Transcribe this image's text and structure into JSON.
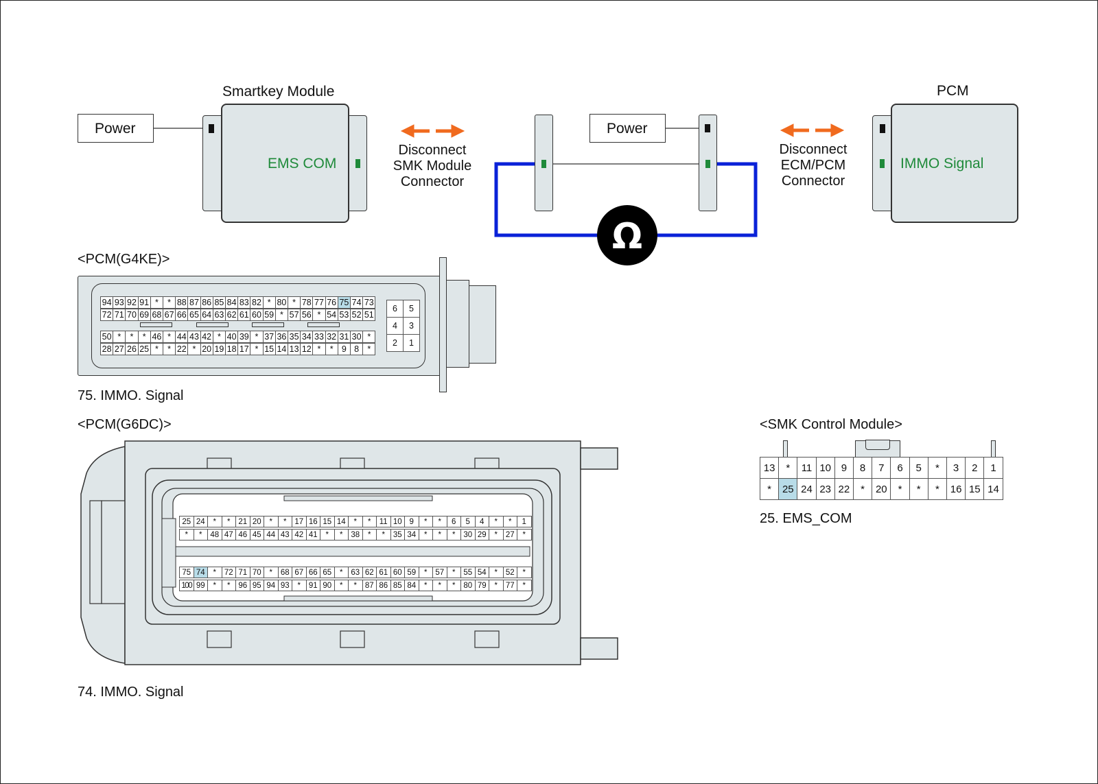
{
  "test_diagram": {
    "smartkey_module_title": "Smartkey Module",
    "pcm_title": "PCM",
    "power_label_left": "Power",
    "power_label_right": "Power",
    "ems_com_label": "EMS COM",
    "immo_signal_label": "IMMO Signal",
    "disconnect_smk": [
      "Disconnect",
      "SMK Module",
      "Connector"
    ],
    "disconnect_ecm": [
      "Disconnect",
      "ECM/PCM",
      "Connector"
    ],
    "ohm_symbol": "Ω"
  },
  "colors": {
    "wire_blue": "#0a22d8",
    "arrow_orange": "#f06a1e",
    "pin_green": "#1f8a3a",
    "highlight": "#b8dce8",
    "module_fill": "#dfe6e8"
  },
  "pcm_g4ke": {
    "title": "<PCM(G4KE)>",
    "caption": "75. IMMO. Signal",
    "highlight_pin": "75",
    "row1": [
      "94",
      "93",
      "92",
      "91",
      "*",
      "*",
      "88",
      "87",
      "86",
      "85",
      "84",
      "83",
      "82",
      "*",
      "80",
      "*",
      "78",
      "77",
      "76",
      "75",
      "74",
      "73"
    ],
    "row2": [
      "72",
      "71",
      "70",
      "69",
      "68",
      "67",
      "66",
      "65",
      "64",
      "63",
      "62",
      "61",
      "60",
      "59",
      "*",
      "57",
      "56",
      "*",
      "54",
      "53",
      "52",
      "51"
    ],
    "row3": [
      "50",
      "*",
      "*",
      "*",
      "46",
      "*",
      "44",
      "43",
      "42",
      "*",
      "40",
      "39",
      "*",
      "37",
      "36",
      "35",
      "34",
      "33",
      "32",
      "31",
      "30",
      "*"
    ],
    "row4": [
      "28",
      "27",
      "26",
      "25",
      "*",
      "*",
      "22",
      "*",
      "20",
      "19",
      "18",
      "17",
      "*",
      "15",
      "14",
      "13",
      "12",
      "*",
      "*",
      "9",
      "8",
      "*"
    ],
    "side_block": [
      [
        "6",
        "5"
      ],
      [
        "4",
        "3"
      ],
      [
        "2",
        "1"
      ]
    ]
  },
  "pcm_g6dc": {
    "title": "<PCM(G6DC)>",
    "caption": "74. IMMO. Signal",
    "highlight_pin": "74",
    "row1": [
      "25",
      "24",
      "*",
      "*",
      "21",
      "20",
      "*",
      "*",
      "17",
      "16",
      "15",
      "14",
      "*",
      "*",
      "11",
      "10",
      "9",
      "*",
      "*",
      "6",
      "5",
      "4",
      "*",
      "*",
      "1"
    ],
    "row2": [
      "*",
      "*",
      "48",
      "47",
      "46",
      "45",
      "44",
      "43",
      "42",
      "41",
      "*",
      "*",
      "38",
      "*",
      "*",
      "35",
      "34",
      "*",
      "*",
      "*",
      "30",
      "29",
      "*",
      "27",
      "*"
    ],
    "row3": [
      "75",
      "74",
      "*",
      "72",
      "71",
      "70",
      "*",
      "68",
      "67",
      "66",
      "65",
      "*",
      "63",
      "62",
      "61",
      "60",
      "59",
      "*",
      "57",
      "*",
      "55",
      "54",
      "*",
      "52",
      "*"
    ],
    "row4": [
      "100",
      "99",
      "*",
      "*",
      "96",
      "95",
      "94",
      "93",
      "*",
      "91",
      "90",
      "*",
      "*",
      "87",
      "86",
      "85",
      "84",
      "*",
      "*",
      "*",
      "80",
      "79",
      "*",
      "77",
      "*"
    ]
  },
  "smk_module": {
    "title": "<SMK Control Module>",
    "caption": "25. EMS_COM",
    "highlight_pin": "25",
    "row1": [
      "13",
      "*",
      "11",
      "10",
      "9",
      "8",
      "7",
      "6",
      "5",
      "*",
      "3",
      "2",
      "1"
    ],
    "row2": [
      "*",
      "25",
      "24",
      "23",
      "22",
      "*",
      "20",
      "*",
      "*",
      "*",
      "16",
      "15",
      "14"
    ]
  }
}
